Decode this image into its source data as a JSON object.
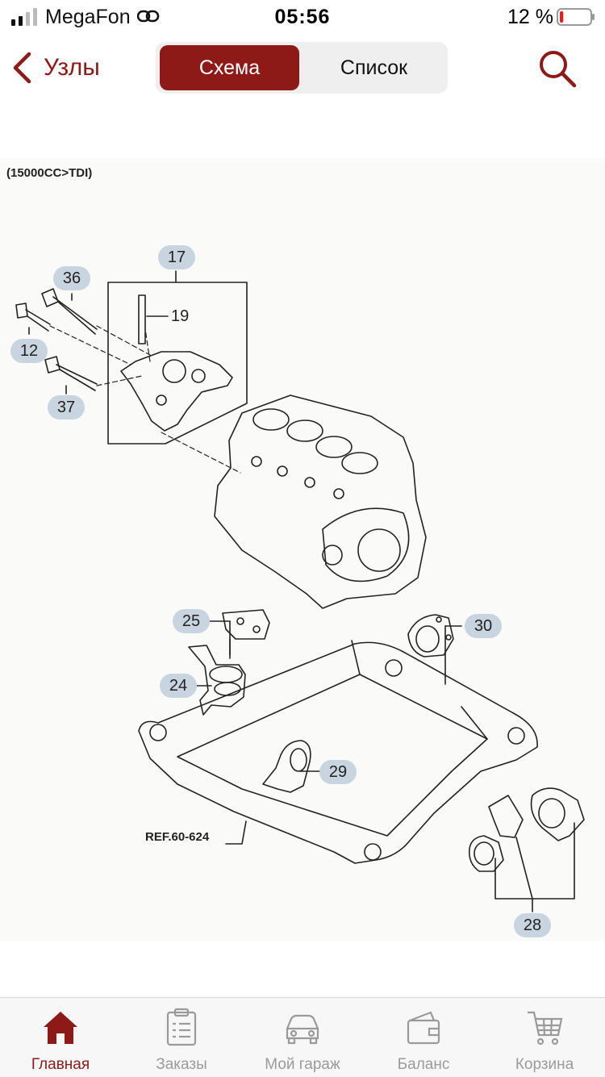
{
  "status_bar": {
    "carrier": "MegaFon",
    "time": "05:56",
    "battery_percent": "12 %",
    "battery_level": 0.12
  },
  "nav": {
    "back_label": "Узлы",
    "segments": [
      "Схема",
      "Список"
    ],
    "selected_segment": "Схема"
  },
  "diagram": {
    "variant_label": "(15000CC>TDI)",
    "callouts": [
      "17",
      "36",
      "12",
      "37",
      "19",
      "25",
      "30",
      "24",
      "29",
      "28"
    ],
    "reference_label": "REF.60-624"
  },
  "tabbar": {
    "items": [
      "Главная",
      "Заказы",
      "Мой гараж",
      "Баланс",
      "Корзина"
    ],
    "active": "Главная"
  },
  "colors": {
    "accent": "#8e1a18",
    "inactive": "#9a9a9a",
    "callout_bg": "#c8d4e0"
  }
}
